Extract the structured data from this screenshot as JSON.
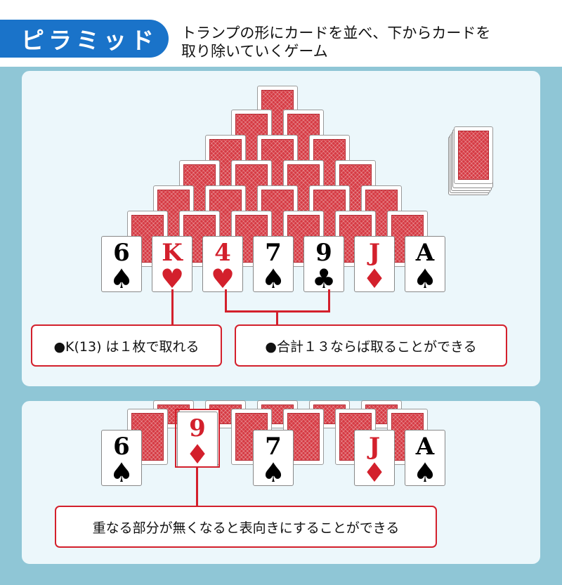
{
  "header": {
    "title": "ピラミッド",
    "description_line1": "トランプの形にカードを並べ、下からカードを",
    "description_line2": "取り除いていくゲーム"
  },
  "top_panel": {
    "bottom_row": [
      {
        "rank": "6",
        "suit": "♠",
        "color": "black"
      },
      {
        "rank": "K",
        "suit": "♥",
        "color": "red"
      },
      {
        "rank": "4",
        "suit": "♥",
        "color": "red"
      },
      {
        "rank": "7",
        "suit": "♠",
        "color": "black"
      },
      {
        "rank": "9",
        "suit": "♣",
        "color": "black"
      },
      {
        "rank": "J",
        "suit": "♦",
        "color": "red"
      },
      {
        "rank": "A",
        "suit": "♠",
        "color": "black"
      }
    ],
    "callout_king": "●K(13) は１枚で取れる",
    "callout_sum": "●合計１３ならば取ることができる"
  },
  "bottom_panel": {
    "cards": [
      {
        "rank": "6",
        "suit": "♠",
        "color": "black"
      },
      {
        "rank": "9",
        "suit": "♦",
        "color": "red"
      },
      {
        "rank": "7",
        "suit": "♠",
        "color": "black"
      },
      {
        "rank": "J",
        "suit": "♦",
        "color": "red"
      },
      {
        "rank": "A",
        "suit": "♠",
        "color": "black"
      }
    ],
    "callout": "重なる部分が無くなると表向きにすることができる"
  },
  "colors": {
    "accent_blue": "#1a73c9",
    "card_red": "#d3202c",
    "panel_bg": "#ecf7fb",
    "frame": "#8fc6d6"
  }
}
